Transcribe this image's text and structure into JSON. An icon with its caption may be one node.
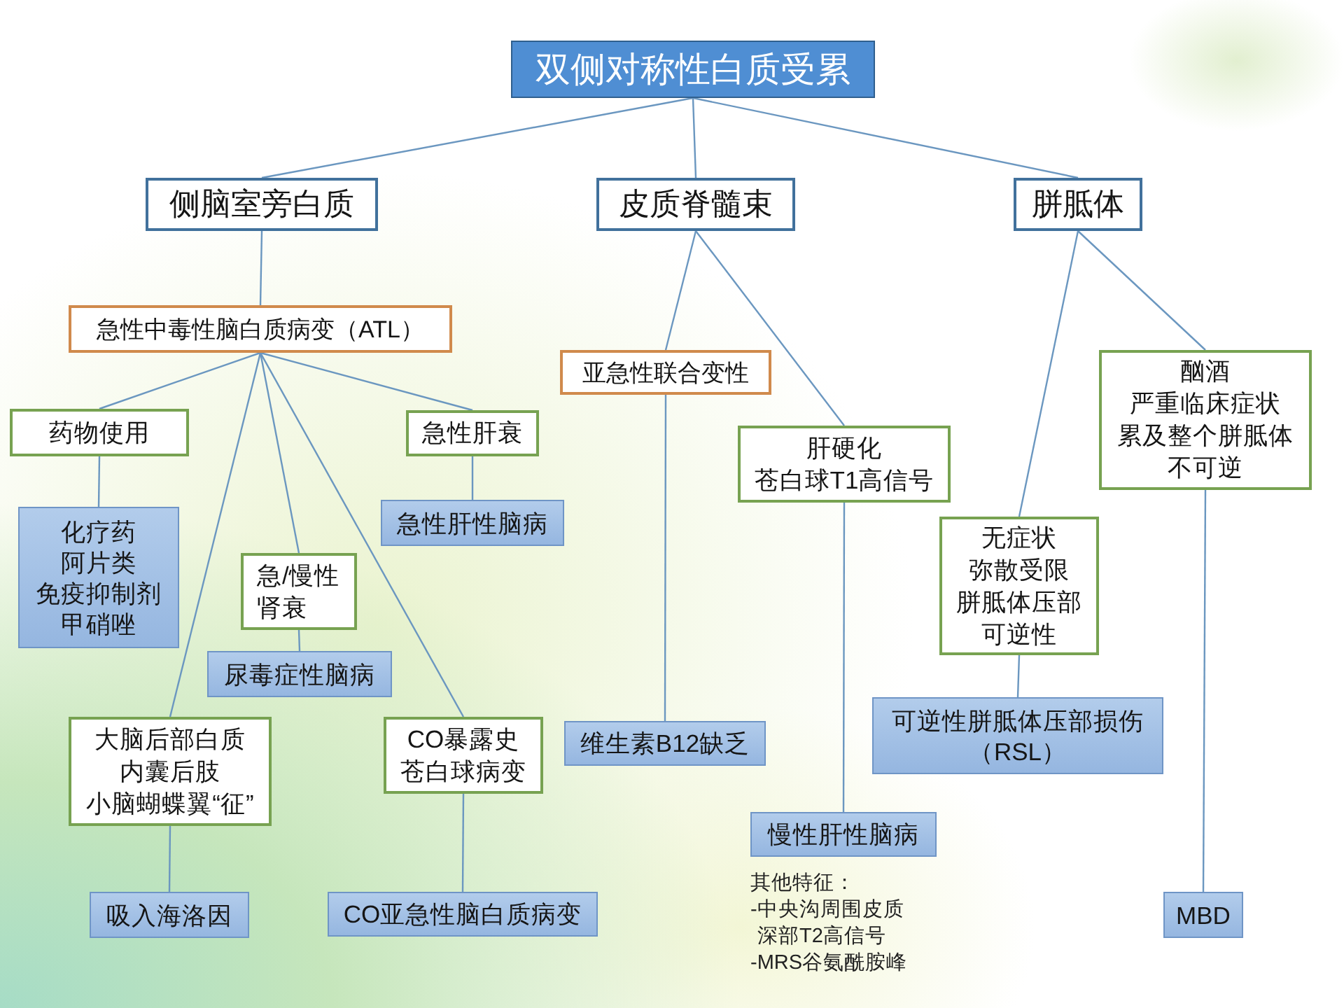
{
  "diagram": {
    "nodes": [
      {
        "text": [
          "双侧对称性白质受累"
        ]
      },
      {
        "text": [
          "侧脑室旁白质"
        ]
      },
      {
        "text": [
          "皮质脊髓束"
        ]
      },
      {
        "text": [
          "胼胝体"
        ]
      },
      {
        "text": [
          "急性中毒性脑白质病变（ATL）"
        ]
      },
      {
        "text": [
          "亚急性联合变性"
        ]
      },
      {
        "text": [
          "药物使用"
        ]
      },
      {
        "text": [
          "急性肝衰"
        ]
      },
      {
        "text": [
          "肝硬化",
          "苍白球T1高信号"
        ]
      },
      {
        "text": [
          "酗酒",
          "严重临床症状",
          "累及整个胼胝体",
          "不可逆"
        ]
      },
      {
        "text": [
          "化疗药",
          "阿片类",
          "免疫抑制剂",
          "甲硝唑"
        ]
      },
      {
        "text": [
          "急性肝性脑病"
        ]
      },
      {
        "text": [
          "急/慢性肾衰"
        ]
      },
      {
        "text": [
          "尿毒症性脑病"
        ]
      },
      {
        "text": [
          "大脑后部白质",
          "内囊后肢",
          "小脑蝴蝶翼“征”"
        ]
      },
      {
        "text": [
          "CO暴露史",
          "苍白球病变"
        ]
      },
      {
        "text": [
          "维生素B12缺乏"
        ]
      },
      {
        "text": [
          "慢性肝性脑病"
        ],
        "beside": [
          "其他特征：",
          "-中央沟周围皮质深部T2高信号",
          "-MRS谷氨酰胺峰"
        ]
      },
      {
        "text": [
          "无症状",
          "弥散受限",
          "胼胝体压部",
          "可逆性"
        ]
      },
      {
        "text": [
          "可逆性胼胝体压部损伤（RSL）"
        ]
      },
      {
        "text": [
          "吸入海洛因"
        ]
      },
      {
        "text": [
          "CO亚急性脑白质病变"
        ]
      },
      {
        "text": [
          "MBD"
        ]
      }
    ],
    "edges": [
      {
        "from": 0,
        "to": 1,
        "arrow": "none"
      },
      {
        "from": 0,
        "to": 2,
        "arrow": "none"
      },
      {
        "from": 0,
        "to": 3,
        "arrow": "none"
      },
      {
        "from": 1,
        "to": 4,
        "arrow": "none"
      },
      {
        "from": 2,
        "to": 5,
        "arrow": "none"
      },
      {
        "from": 2,
        "to": 8,
        "arrow": "none"
      },
      {
        "from": 3,
        "to": 18,
        "arrow": "none"
      },
      {
        "from": 3,
        "to": 9,
        "arrow": "none"
      },
      {
        "from": 4,
        "to": 6,
        "arrow": "none"
      },
      {
        "from": 4,
        "to": 14,
        "arrow": "none"
      },
      {
        "from": 4,
        "to": 12,
        "arrow": "none"
      },
      {
        "from": 4,
        "to": 15,
        "arrow": "none"
      },
      {
        "from": 4,
        "to": 7,
        "arrow": "none"
      },
      {
        "from": 6,
        "to": 10,
        "arrow": "none"
      },
      {
        "from": 7,
        "to": 11,
        "arrow": "none"
      },
      {
        "from": 12,
        "to": 13,
        "arrow": "none"
      },
      {
        "from": 14,
        "to": 20,
        "arrow": "none"
      },
      {
        "from": 15,
        "to": 21,
        "arrow": "none"
      },
      {
        "from": 5,
        "to": 16,
        "arrow": "none"
      },
      {
        "from": 8,
        "to": 17,
        "arrow": "none"
      },
      {
        "from": 18,
        "to": 19,
        "arrow": "none"
      },
      {
        "from": 9,
        "to": 22,
        "arrow": "none"
      }
    ]
  }
}
